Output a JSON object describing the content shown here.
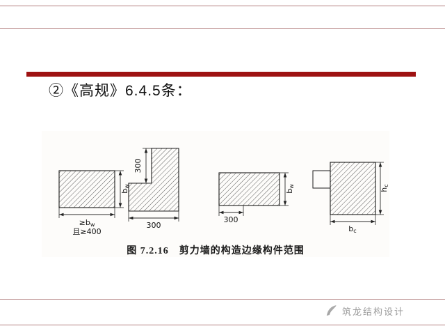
{
  "slide": {
    "title": "②《高规》6.4.5条：",
    "watermark_text": "筑龙结构设计",
    "watermark_icon": "feather",
    "colors": {
      "accent_bar": "#9e1212",
      "thin_line": "#b37f7f",
      "watermark": "#9c9c9c"
    }
  },
  "figure": {
    "caption": "图 7.2.16　剪力墙的构造边缘构件范围",
    "diagram1": {
      "name": "concealed-column",
      "width_main": "≥b",
      "width_sub": "w",
      "width_note": "且≥400",
      "thickness_main": "b",
      "thickness_sub": "w"
    },
    "diagram2": {
      "name": "corner-wall",
      "dim_vertical": "300",
      "dim_horizontal": "300"
    },
    "diagram3": {
      "name": "wing-wall",
      "dim_horizontal": "300",
      "thickness_main": "b",
      "thickness_sub": "w"
    },
    "diagram4": {
      "name": "end-column",
      "width_main": "b",
      "width_sub": "c",
      "height_main": "h",
      "height_sub": "c"
    }
  }
}
